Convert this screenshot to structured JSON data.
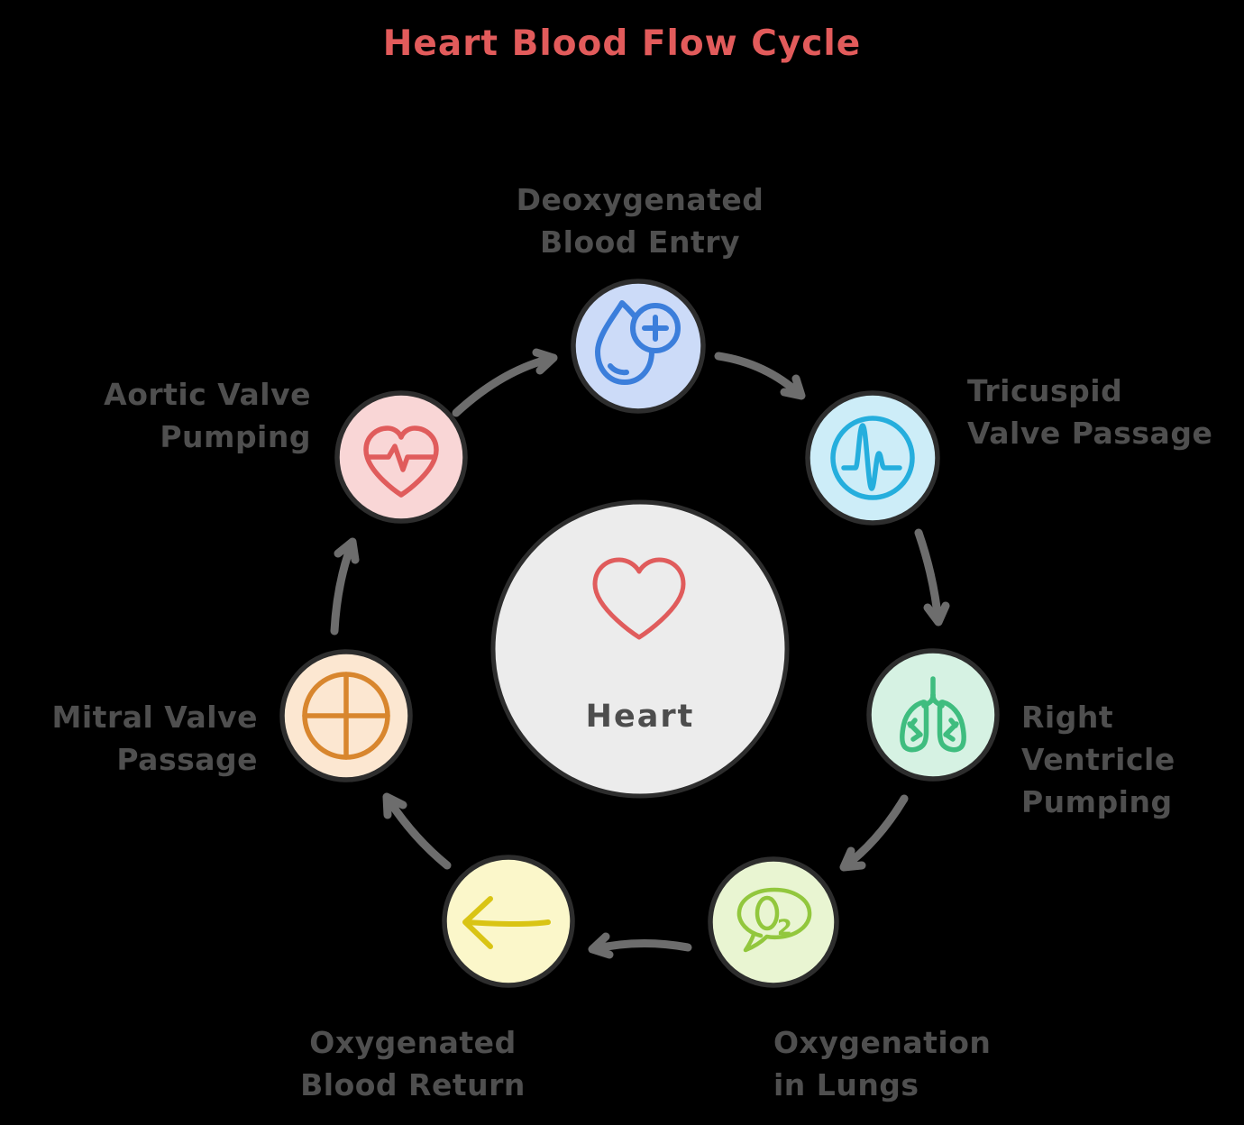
{
  "title": {
    "text": "Heart Blood Flow Cycle"
  },
  "colors": {
    "bg": "#000000",
    "title_color": "#e25b5b",
    "label_color": "#4f4f4f",
    "node_border": "#2d2d2d",
    "arrow_color": "#6d6d6d",
    "center_bg": "#ececec",
    "center_border": "#2d2d2d",
    "center_icon_color": "#e05c5c",
    "center_label_color": "#4d4d4d"
  },
  "center": {
    "label": "Heart",
    "icon": "heart-outline-icon"
  },
  "nodes": [
    {
      "id": "deoxygenated-blood-entry",
      "label": "Deoxygenated Blood Entry",
      "label_lines": [
        "Deoxygenated",
        "Blood Entry"
      ],
      "icon": "droplet-plus-icon",
      "bg": "#ccdbf8",
      "icon_color": "#3b7edb"
    },
    {
      "id": "tricuspid-valve-passage",
      "label": "Tricuspid Valve Passage",
      "label_lines": [
        "Tricuspid",
        "Valve Passage"
      ],
      "icon": "pulse-circle-icon",
      "bg": "#cdedf8",
      "icon_color": "#25aedd"
    },
    {
      "id": "right-ventricle-pumping",
      "label": "Right Ventricle Pumping",
      "label_lines": [
        "Right",
        "Ventricle",
        "Pumping"
      ],
      "icon": "lungs-icon",
      "bg": "#d6f2e3",
      "icon_color": "#3fbd7f"
    },
    {
      "id": "oxygenation-in-lungs",
      "label": "Oxygenation in Lungs",
      "label_lines": [
        "Oxygenation",
        "in Lungs"
      ],
      "icon": "o2-bubble-icon",
      "bg": "#e9f5d2",
      "icon_color": "#92c73d"
    },
    {
      "id": "oxygenated-blood-return",
      "label": "Oxygenated Blood Return",
      "label_lines": [
        "Oxygenated",
        "Blood Return"
      ],
      "icon": "arrow-left-icon",
      "bg": "#fbf7ca",
      "icon_color": "#d9c414"
    },
    {
      "id": "mitral-valve-passage",
      "label": "Mitral Valve Passage",
      "label_lines": [
        "Mitral Valve",
        "Passage"
      ],
      "icon": "circle-cross-icon",
      "bg": "#fce7d1",
      "icon_color": "#d8862e"
    },
    {
      "id": "aortic-valve-pumping",
      "label": "Aortic Valve Pumping",
      "label_lines": [
        "Aortic Valve",
        "Pumping"
      ],
      "icon": "heart-pulse-icon",
      "bg": "#f9d6d6",
      "icon_color": "#e05c5c"
    }
  ],
  "icons": {
    "o2_sub": "2"
  },
  "flow_order": [
    "deoxygenated-blood-entry",
    "tricuspid-valve-passage",
    "right-ventricle-pumping",
    "oxygenation-in-lungs",
    "oxygenated-blood-return",
    "mitral-valve-passage",
    "aortic-valve-pumping"
  ]
}
